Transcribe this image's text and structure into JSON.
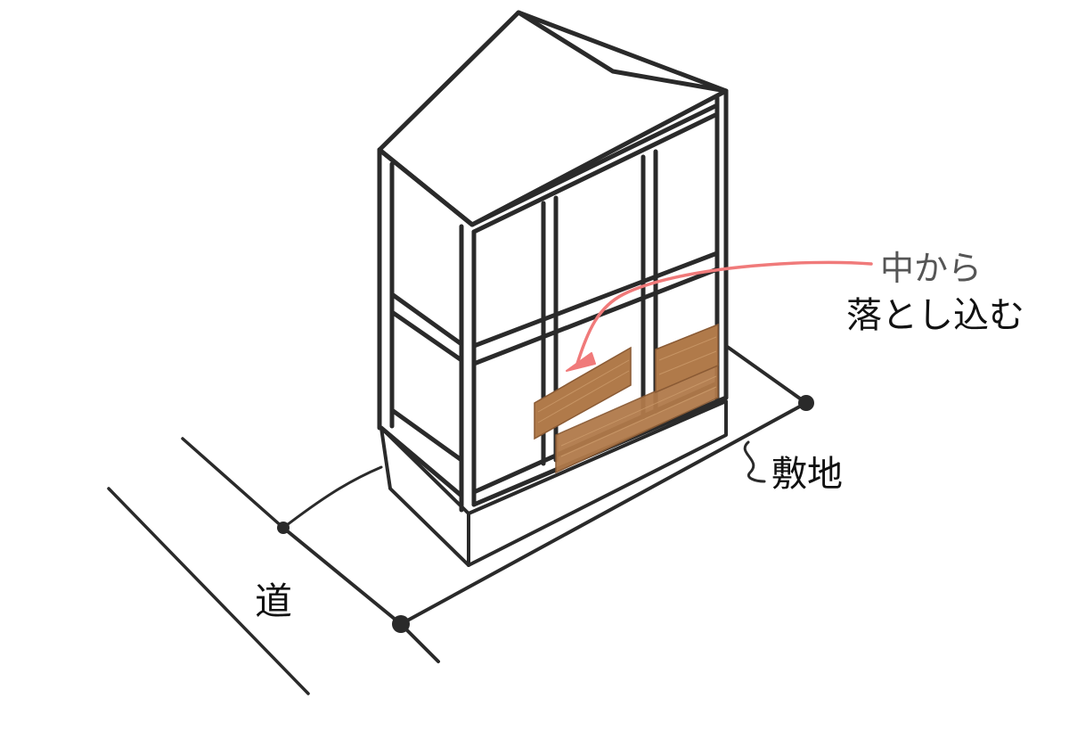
{
  "annotation": {
    "line1": "中から",
    "line2": "落とし込む"
  },
  "labels": {
    "site": "敷地",
    "road": "道"
  },
  "colors": {
    "ink": "#2a2a2a",
    "arrow": "#f07a7a",
    "wood": "#b07a4a",
    "wood_dark": "#8a5a34",
    "wood_light": "#d0a070"
  },
  "icons": [
    "arrow-icon",
    "boundary-marker-icon"
  ]
}
